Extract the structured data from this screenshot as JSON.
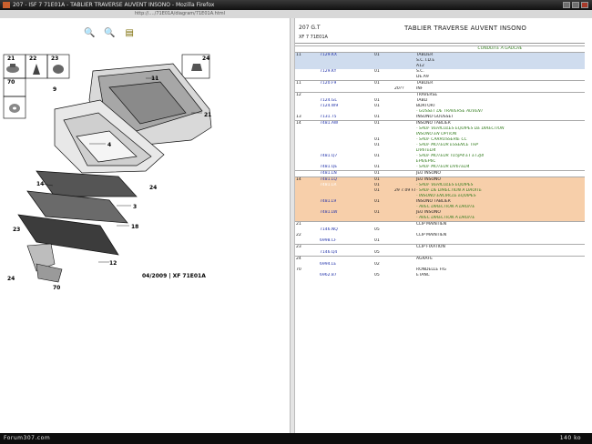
{
  "window": {
    "title": "207 - ISF 7 71E01A - TABLIER TRAVERSE AUVENT INSONO - Mozilla Firefox"
  },
  "address": {
    "url": "http://..../71E01A/diagram/71E01A.html"
  },
  "toolbar": {
    "icons": [
      "zoom-in-icon",
      "zoom-out-icon",
      "reset-zoom-icon"
    ]
  },
  "diagram": {
    "figure_code": "04/2009 | XF 71E01A",
    "callouts": {
      "c21a": "21",
      "c22": "22",
      "c23a": "23",
      "c24a": "24",
      "c70a": "70",
      "c9": "9",
      "c11": "11",
      "c21b": "21",
      "c4": "4",
      "c24b": "24",
      "c14": "14",
      "c3": "3",
      "c18": "18",
      "c23b": "23",
      "c12": "12",
      "c24c": "24",
      "c70b": "70"
    }
  },
  "right": {
    "model": "207 G.T",
    "page_ref": "XF 7 71E01A",
    "title": "TABLIER TRAVERSE AUVENT INSONO",
    "rows": [
      {
        "cls": "sep",
        "ref": "",
        "part": "",
        "qty": "",
        "note": "",
        "desc": "CONDUITE A GAUCHE",
        "dcls": "green cen"
      },
      {
        "cls": "sep hl-blue",
        "ref": "11",
        "part": "7129.KX",
        "qty": "01",
        "note": "",
        "desc": "TABLIER"
      },
      {
        "cls": "hl-blue",
        "ref": "",
        "part": "",
        "qty": "",
        "note": "",
        "desc": "S.C.T.D.E"
      },
      {
        "cls": "hl-blue",
        "ref": "",
        "part": "",
        "qty": "",
        "note": "",
        "desc": "A12"
      },
      {
        "cls": "",
        "ref": "",
        "part": "7129.KY",
        "qty": "01",
        "note": "",
        "desc": "S.C."
      },
      {
        "cls": "",
        "ref": "",
        "part": "",
        "qty": "",
        "note": "",
        "desc": "DE.A9"
      },
      {
        "cls": "sep",
        "ref": "11",
        "part": "7120.F9",
        "qty": "01",
        "note": "",
        "desc": "TABLIER"
      },
      {
        "cls": "",
        "ref": "",
        "part": "",
        "qty": "",
        "note": "20??",
        "desc": "INF"
      },
      {
        "cls": "sep",
        "ref": "12",
        "part": "",
        "qty": "",
        "note": "",
        "desc": "TRAVERSE"
      },
      {
        "cls": "",
        "ref": "",
        "part": "7124.GL",
        "qty": "01",
        "note": "",
        "desc": "TABLI"
      },
      {
        "cls": "",
        "ref": "",
        "part": "7124.W9",
        "qty": "01",
        "note": "",
        "desc": "BDRTORT"
      },
      {
        "cls": "",
        "ref": "",
        "part": "",
        "qty": "",
        "note": "",
        "desc": "- GUSSET DE TRAVERSE AUVENT",
        "dcls": "green"
      },
      {
        "cls": "",
        "ref": "13",
        "part": "7131.T5",
        "qty": "01",
        "note": "",
        "desc": "INSONO GOUSSET"
      },
      {
        "cls": "sep",
        "ref": "14",
        "part": "7481.AW",
        "qty": "01",
        "note": "",
        "desc": "INSONO TABLIER"
      },
      {
        "cls": "",
        "ref": "",
        "part": "",
        "qty": "",
        "note": "",
        "desc": "- SAUF VEHICULES EQUIPES DE DIRECTION",
        "dcls": "green"
      },
      {
        "cls": "",
        "ref": "",
        "part": "",
        "qty": "",
        "note": "",
        "desc": "INSONO EN OPTION",
        "dcls": "green"
      },
      {
        "cls": "",
        "ref": "",
        "part": "",
        "qty": "01",
        "note": "",
        "desc": "- SAUF CARROSSERIE CC",
        "dcls": "green"
      },
      {
        "cls": "",
        "ref": "",
        "part": "",
        "qty": "01",
        "note": "",
        "desc": "- SAUF MOTEUR ESSENCE THP",
        "dcls": "green"
      },
      {
        "cls": "",
        "ref": "",
        "part": "",
        "qty": "",
        "note": "",
        "desc": "DV6TED4",
        "dcls": "green"
      },
      {
        "cls": "",
        "ref": "",
        "part": "7481.Q7",
        "qty": "01",
        "note": "",
        "desc": "- SAUF MOTEUR TU5JP4 ET ET3J4",
        "dcls": "green"
      },
      {
        "cls": "",
        "ref": "",
        "part": "",
        "qty": "",
        "note": "",
        "desc": "EP6/EP6C",
        "dcls": "green"
      },
      {
        "cls": "",
        "ref": "",
        "part": "7481.QE",
        "qty": "01",
        "note": "",
        "desc": "- SAUF MOTEUR DV6TED4",
        "dcls": "green"
      },
      {
        "cls": "sep",
        "ref": "",
        "part": "7481.LN",
        "qty": "01",
        "note": "",
        "desc": "JEU INSONO"
      },
      {
        "cls": "sep hl-orange",
        "ref": "14",
        "part": "7481.LQ",
        "qty": "01",
        "note": "",
        "desc": "JEU INSONO"
      },
      {
        "cls": "hl-orange",
        "ref": "",
        "part": "7481.LR",
        "qty": "01",
        "note": "",
        "desc": "- SAUF VEHICULES EQUIPES",
        "dcls": "green",
        "pcls": "sel"
      },
      {
        "cls": "hl-orange",
        "ref": "",
        "part": "",
        "qty": "01",
        "note": "29 7.09 F.0",
        "desc": "- SAUF DE DIRECTION A DROITE",
        "dcls": "green"
      },
      {
        "cls": "hl-orange",
        "ref": "",
        "part": "",
        "qty": "",
        "note": "",
        "desc": "- INSONO ENCIRCLE EQUIPES",
        "dcls": "green"
      },
      {
        "cls": "hl-orange",
        "ref": "",
        "part": "7481.L9",
        "qty": "01",
        "note": "",
        "desc": "INSONO TABLIER"
      },
      {
        "cls": "hl-orange",
        "ref": "",
        "part": "",
        "qty": "",
        "note": "",
        "desc": "- AVEC DIRECTION A DROITE",
        "dcls": "green"
      },
      {
        "cls": "hl-orange",
        "ref": "",
        "part": "7481.LW",
        "qty": "01",
        "note": "",
        "desc": "JEU INSONO"
      },
      {
        "cls": "hl-orange",
        "ref": "",
        "part": "",
        "qty": "",
        "note": "",
        "desc": "- AVEC DIRECTION A DROITE",
        "dcls": "green"
      },
      {
        "cls": "sep",
        "ref": "21",
        "part": "",
        "qty": "",
        "note": "",
        "desc": "CLIP MAINTIEN"
      },
      {
        "cls": "",
        "ref": "",
        "part": "7146.NQ",
        "qty": "05",
        "note": "",
        "desc": ""
      },
      {
        "cls": "",
        "ref": "22",
        "part": "",
        "qty": "",
        "note": "",
        "desc": "CLIP MAINTIEN"
      },
      {
        "cls": "",
        "ref": "",
        "part": "6998.CF",
        "qty": "01",
        "note": "",
        "desc": ""
      },
      {
        "cls": "sep",
        "ref": "23",
        "part": "",
        "qty": "",
        "note": "",
        "desc": "CLIP FIXATION"
      },
      {
        "cls": "",
        "ref": "",
        "part": "7146.Q4",
        "qty": "05",
        "note": "",
        "desc": ""
      },
      {
        "cls": "sep",
        "ref": "24",
        "part": "",
        "qty": "",
        "note": "",
        "desc": "AGRAFE"
      },
      {
        "cls": "",
        "ref": "",
        "part": "6994.LE",
        "qty": "02",
        "note": "",
        "desc": ""
      },
      {
        "cls": "",
        "ref": "70",
        "part": "",
        "qty": "",
        "note": "",
        "desc": "RONDELLE FIG"
      },
      {
        "cls": "",
        "ref": "",
        "part": "6962.87",
        "qty": "05",
        "note": "",
        "desc": "ETANC"
      }
    ]
  },
  "status": {
    "left": "Forum307.com",
    "right": "140 ko"
  },
  "colors": {
    "highlight_blue": "#cfdcee",
    "highlight_orange": "#f7cfaa",
    "selected_cell": "#5b7fc8",
    "note_green": "#2f7a1a",
    "status_bg": "#0d0d0d"
  }
}
